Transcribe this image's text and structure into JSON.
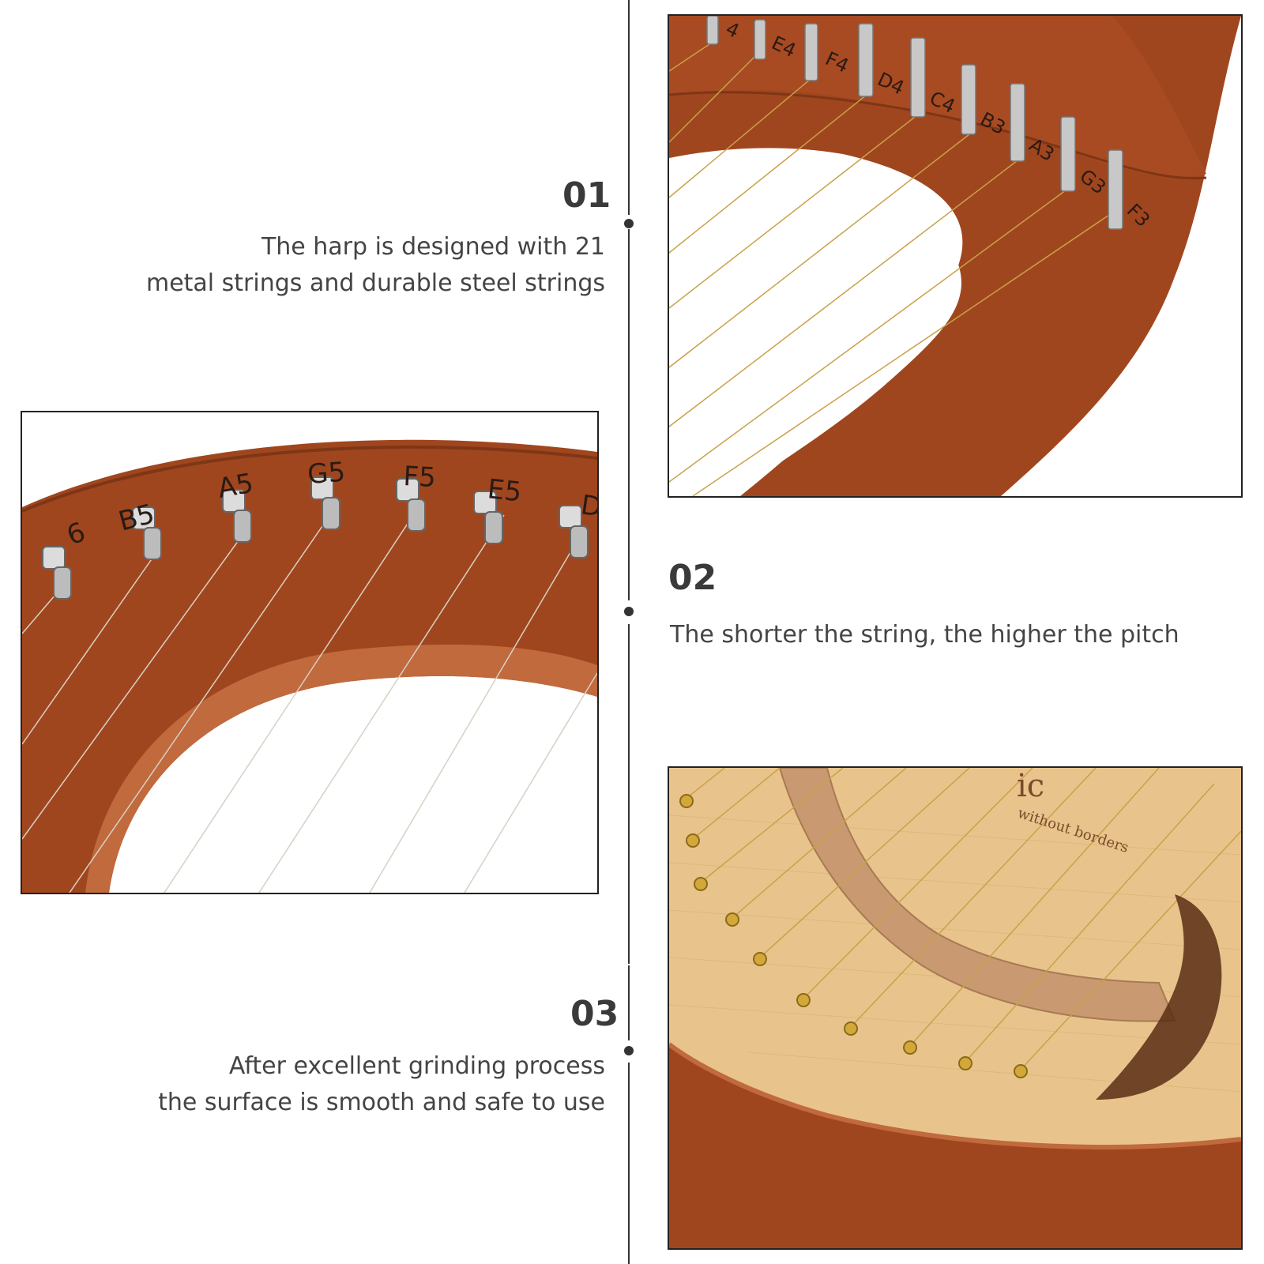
{
  "features": [
    {
      "number": "01",
      "lines": [
        "The harp is designed with 21",
        "metal strings and durable steel strings"
      ]
    },
    {
      "number": "02",
      "lines": [
        "The shorter the string, the higher the pitch"
      ]
    },
    {
      "number": "03",
      "lines": [
        "After excellent grinding process",
        "the surface is smooth and safe to use"
      ]
    }
  ],
  "photos": {
    "top_right": {
      "pin_labels": [
        "4",
        "E4",
        "F4",
        "D4",
        "C4",
        "B3",
        "A3",
        "G3",
        "F3"
      ]
    },
    "middle_left": {
      "pin_labels": [
        "6",
        "B5",
        "A5",
        "G5",
        "F5",
        "E5",
        "D"
      ]
    },
    "bottom_right": {
      "engraved_text": [
        "ic",
        "without borders"
      ]
    }
  },
  "colors": {
    "wood": "#a0461e",
    "wood_light": "#c06a3e",
    "soundboard": "#e8c48c",
    "bridge": "#c99a72",
    "string_gold": "#c9a14a",
    "text": "#444444",
    "line": "#333333"
  }
}
